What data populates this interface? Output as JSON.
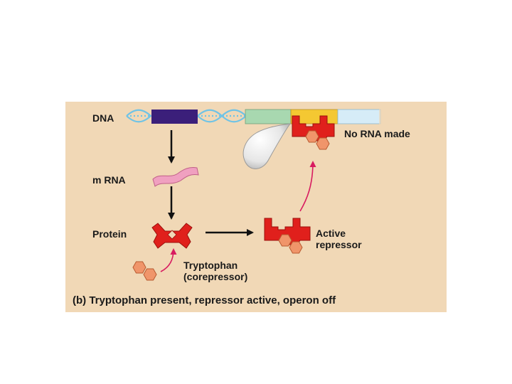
{
  "labels": {
    "dna": "DNA",
    "no_rna": "No RNA made",
    "mrna": "m RNA",
    "protein": "Protein",
    "active_line1": "Active",
    "active_line2": "repressor",
    "tryptophan_line1": "Tryptophan",
    "tryptophan_line2": "(corepressor)",
    "caption": "(b) Tryptophan present, repressor active, operon off"
  },
  "colors": {
    "panel_background": "#f1d8b6",
    "regulatory_gene": "#3b1f7a",
    "promoter": "#a8d8b0",
    "operator": "#f4c832",
    "operon_genes": "#d6ecf7",
    "dna_helix": "#6fc3e6",
    "mrna": "#f0a0c0",
    "repressor": "#e0201c",
    "tryptophan": "#f0956a",
    "rna_polymerase": "#dcdcdc",
    "curved_arrow": "#d81b60",
    "arrow": "#111111"
  },
  "icons": [
    "dna-double-helix",
    "mrna-strand",
    "repressor-protein",
    "tryptophan-molecule",
    "rna-polymerase"
  ]
}
